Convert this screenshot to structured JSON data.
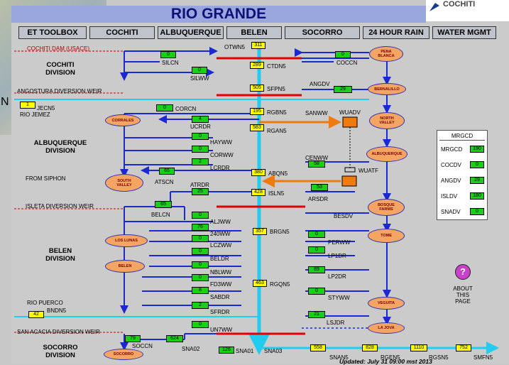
{
  "title": "RIO GRANDE",
  "corner_logo_text": "COCHITI",
  "tabs": [
    "ET TOOLBOX",
    "COCHITI",
    "ALBUQUERQUE",
    "BELEN",
    "SOCORRO",
    "24 HOUR RAIN",
    "WATER MGMT"
  ],
  "map_text": "N",
  "left_labels": {
    "cochiti_dam": "COCHITI DAM (USACE)",
    "cochiti_div": "COCHITI\nDIVISION",
    "angostura": "ANGOSTURA DIVERSION WEIR",
    "rio_jemez": "RIO JEMEZ",
    "abq_div": "ALBUQUERQUE\nDIVISION",
    "siphon": "FROM SIPHON",
    "isleta": "ISLETA DIVERSION WEIR",
    "belen_div": "BELEN\nDIVISION",
    "rio_puerco": "RIO PUERCO",
    "san_acacia": "SAN ACACIA DIVERSION WEIR",
    "socorro_div": "SOCORRO\nDIVISION"
  },
  "stations": {
    "OTWN5": "311",
    "CTDN5": "289",
    "SFPN5": "505",
    "RGBN5": "195",
    "RGAN5": "583",
    "ABQN5": "380",
    "ISLN5": "428",
    "BRGN5": "357",
    "RGQN5": "463",
    "JECN5": "1",
    "BNDN5": "42",
    "SNA01": "126",
    "SNAN5": "558",
    "RGEN5": "828",
    "RGSN5": "1110",
    "SMFN5": "752"
  },
  "gauges": {
    "SILCN": "0",
    "COCCN": "0",
    "SILWW": "0",
    "ANGDV": "29",
    "CORCN": "0",
    "UCRDR": "4",
    "HAYWW": "0",
    "CORWW": "0",
    "LCRDR": "2",
    "ATSCN": "65",
    "CENWW": "58",
    "ARSDR": "53",
    "ATRDR": "25",
    "BELCN": "65",
    "ALJWW": "0",
    "240WW": "76",
    "LCZWW": "0",
    "BELDR": "0",
    "NBLWW": "0",
    "FD3WW": "0",
    "SABDR": "8",
    "SFRDR": "2",
    "UN7WW": "0",
    "SOCCN": "79",
    "SNA02": "624",
    "PERWW": "0",
    "LP1DR": "0",
    "LP2DR": "89",
    "STYWW": "0",
    "LSJDR": "21"
  },
  "extra_labels": {
    "SANWW": "SANWW",
    "WUADV": "WUADV",
    "WUATF": "WUATF",
    "BESDV": "BESDV",
    "SNA03": "SNA03"
  },
  "towns": {
    "pena_blanca": "PENA\nBLANCA",
    "bernalillo": "BERNALILLO",
    "corrales": "CORRALES",
    "north_valley": "NORTH\nVALLEY",
    "albuquerque": "ALBUQUERQUE",
    "south_valley": "SOUTH\nVALLEY",
    "bosque_farms": "BOSQUE\nFARMS",
    "los_lunas": "LOS LUNAS",
    "tome": "TOME",
    "belen": "BELEN",
    "veguita": "VEGUITA",
    "la_jova": "LA JOVA",
    "socorro": "SOCORRO"
  },
  "legend": {
    "title": "MRGCD",
    "rows": [
      {
        "name": "MRGCD",
        "value": "190"
      },
      {
        "name": "COCDV",
        "value": "0"
      },
      {
        "name": "ANGDV",
        "value": "29"
      },
      {
        "name": "ISLDV",
        "value": "180"
      },
      {
        "name": "SNADV",
        "value": "0"
      }
    ]
  },
  "about": {
    "icon": "?",
    "label": "ABOUT\nTHIS\nPAGE"
  },
  "updated": "Updated:  July 31 09:00 mst 2013",
  "colors": {
    "river": "#22ccee",
    "canal": "#1a2ad0",
    "weir": "#e00000",
    "gauge": "#18d018",
    "station": "#ffff00",
    "town": "#f4a564",
    "diversion": "#ee7a10"
  }
}
